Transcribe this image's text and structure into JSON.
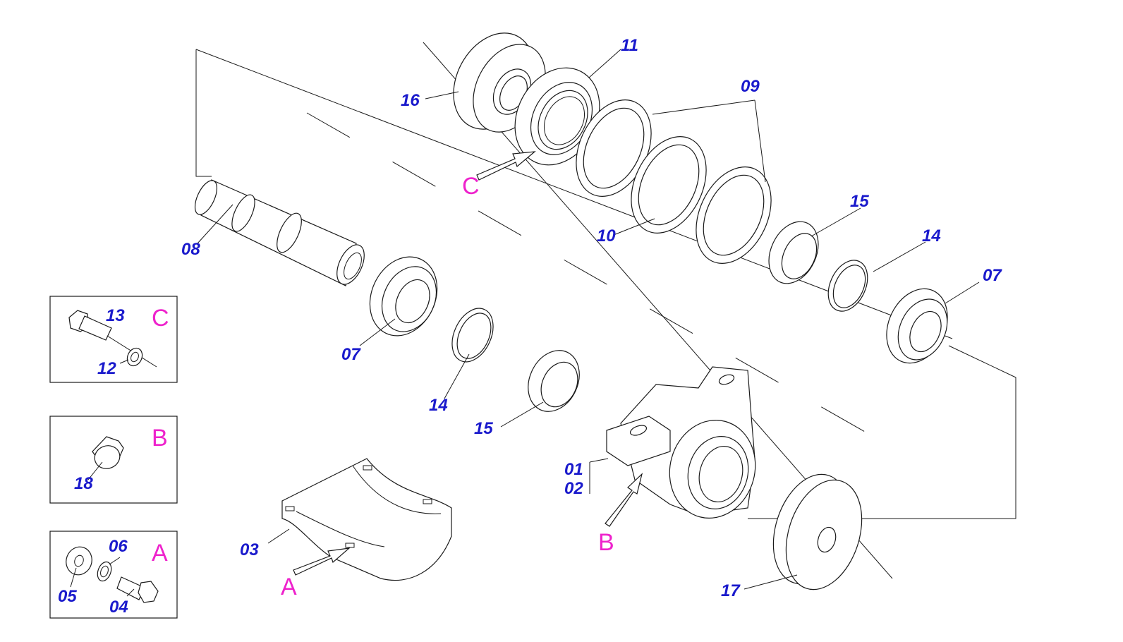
{
  "callouts": {
    "p01": "01",
    "p02": "02",
    "p03": "03",
    "p04": "04",
    "p05": "05",
    "p06": "06",
    "p07a": "07",
    "p07b": "07",
    "p08": "08",
    "p09": "09",
    "p10": "10",
    "p11": "11",
    "p12": "12",
    "p13": "13",
    "p14a": "14",
    "p14b": "14",
    "p15a": "15",
    "p15b": "15",
    "p16": "16",
    "p17": "17",
    "p18": "18"
  },
  "detail_letters": {
    "A": "A",
    "B": "B",
    "C": "C",
    "box_C": "C",
    "box_B": "B",
    "box_A": "A"
  },
  "colors": {
    "callout_number": "#1a1acc",
    "detail_letter": "#ee22cc",
    "line": "#1a1a1a",
    "background": "#ffffff"
  }
}
